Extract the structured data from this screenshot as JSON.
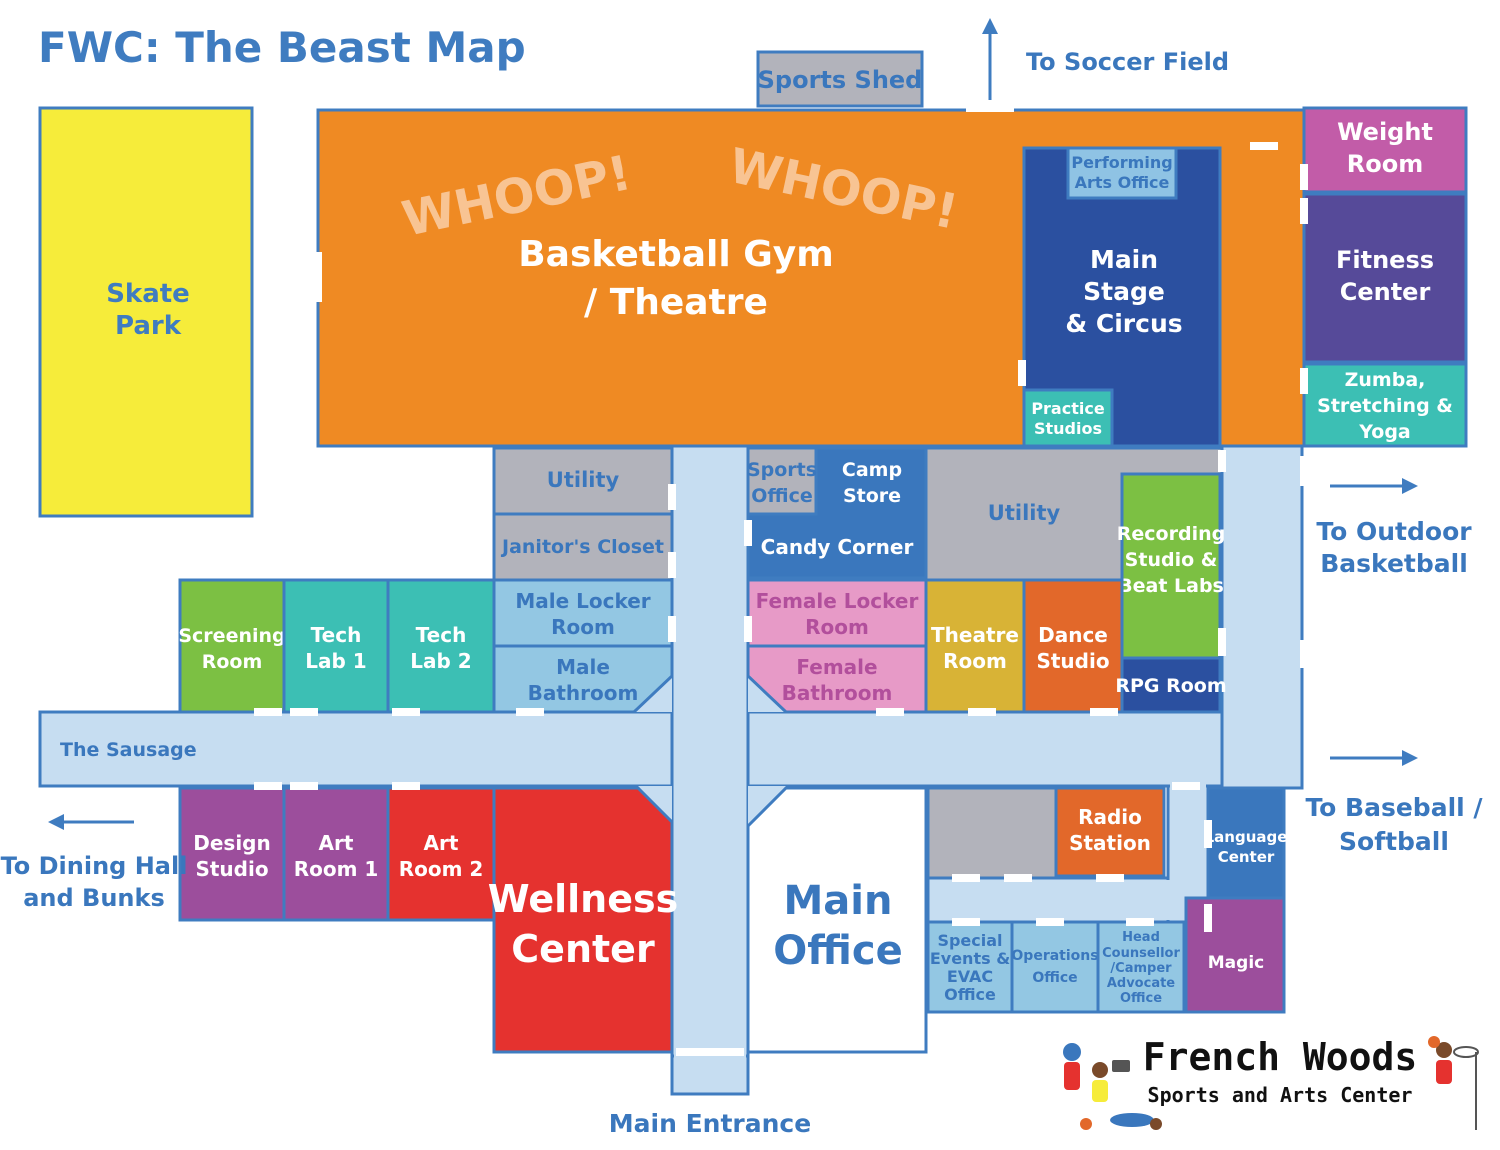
{
  "title": "FWC: The Beast Map",
  "directions": {
    "soccer": "To Soccer Field",
    "outdoor_basketball": [
      "To Outdoor",
      "Basketball"
    ],
    "baseball": [
      "To Baseball /",
      "Softball"
    ],
    "dining": [
      "To Dining Hall",
      "and Bunks"
    ],
    "main_entrance": "Main Entrance"
  },
  "corridor_label": "The Sausage",
  "gym_chant": [
    "WHOOP!",
    "WHOOP!"
  ],
  "rooms": {
    "sports_shed": [
      "Sports Shed"
    ],
    "skate_park": [
      "Skate",
      "Park"
    ],
    "gym": [
      "Basketball Gym",
      "/ Theatre"
    ],
    "performing_arts_office": [
      "Performing",
      "Arts Office"
    ],
    "main_stage": [
      "Main",
      "Stage",
      "& Circus"
    ],
    "practice_studios": [
      "Practice",
      "Studios"
    ],
    "weight_room": [
      "Weight",
      "Room"
    ],
    "fitness_center": [
      "Fitness",
      "Center"
    ],
    "zumba": [
      "Zumba,",
      "Stretching &",
      "Yoga"
    ],
    "utility_left": [
      "Utility"
    ],
    "janitors_closet": [
      "Janitor's Closet"
    ],
    "male_locker": [
      "Male Locker",
      "Room"
    ],
    "male_bathroom": [
      "Male",
      "Bathroom"
    ],
    "sports_office": [
      "Sports",
      "Office"
    ],
    "camp_store": [
      "Camp",
      "Store"
    ],
    "candy_corner": [
      "Candy Corner"
    ],
    "utility_right": [
      "Utility"
    ],
    "recording_studio": [
      "Recording",
      "Studio &",
      "Beat Labs"
    ],
    "female_locker": [
      "Female Locker",
      "Room"
    ],
    "female_bathroom": [
      "Female",
      "Bathroom"
    ],
    "theatre_room": [
      "Theatre",
      "Room"
    ],
    "dance_studio": [
      "Dance",
      "Studio"
    ],
    "rpg_room": [
      "RPG Room"
    ],
    "screening_room": [
      "Screening",
      "Room"
    ],
    "tech_lab_1": [
      "Tech",
      "Lab 1"
    ],
    "tech_lab_2": [
      "Tech",
      "Lab 2"
    ],
    "design_studio": [
      "Design",
      "Studio"
    ],
    "art_room_1": [
      "Art",
      "Room 1"
    ],
    "art_room_2": [
      "Art",
      "Room 2"
    ],
    "wellness_center": [
      "Wellness",
      "Center"
    ],
    "main_office": [
      "Main",
      "Office"
    ],
    "radio_station": [
      "Radio",
      "Station"
    ],
    "language_center": [
      "Language",
      "Center"
    ],
    "special_events": [
      "Special",
      "Events &",
      "EVAC",
      "Office"
    ],
    "operations_office": [
      "Operations",
      "Office"
    ],
    "head_counsellor": [
      "Head",
      "Counsellor",
      "/Camper",
      "Advocate",
      "Office"
    ],
    "magic": [
      "Magic"
    ]
  },
  "logo": {
    "name": "French Woods",
    "subtitle": "Sports and Arts Center"
  },
  "colors": {
    "title_blue": "#3f7cc0",
    "corridor": "#c6ddf1",
    "gym_orange": "#ef8a23",
    "skate_yellow": "#f6ec3a",
    "stage_navy": "#2b50a0",
    "teal": "#3cbfb4",
    "purple": "#9c4e9c",
    "red": "#e5322f",
    "green": "#7cc043",
    "gray": "#b2b3bb",
    "pink": "#e79ac7",
    "gold": "#d8b336",
    "dark_orange": "#e2682a",
    "light_blue": "#93c7e3",
    "mid_blue": "#3a77bd"
  }
}
